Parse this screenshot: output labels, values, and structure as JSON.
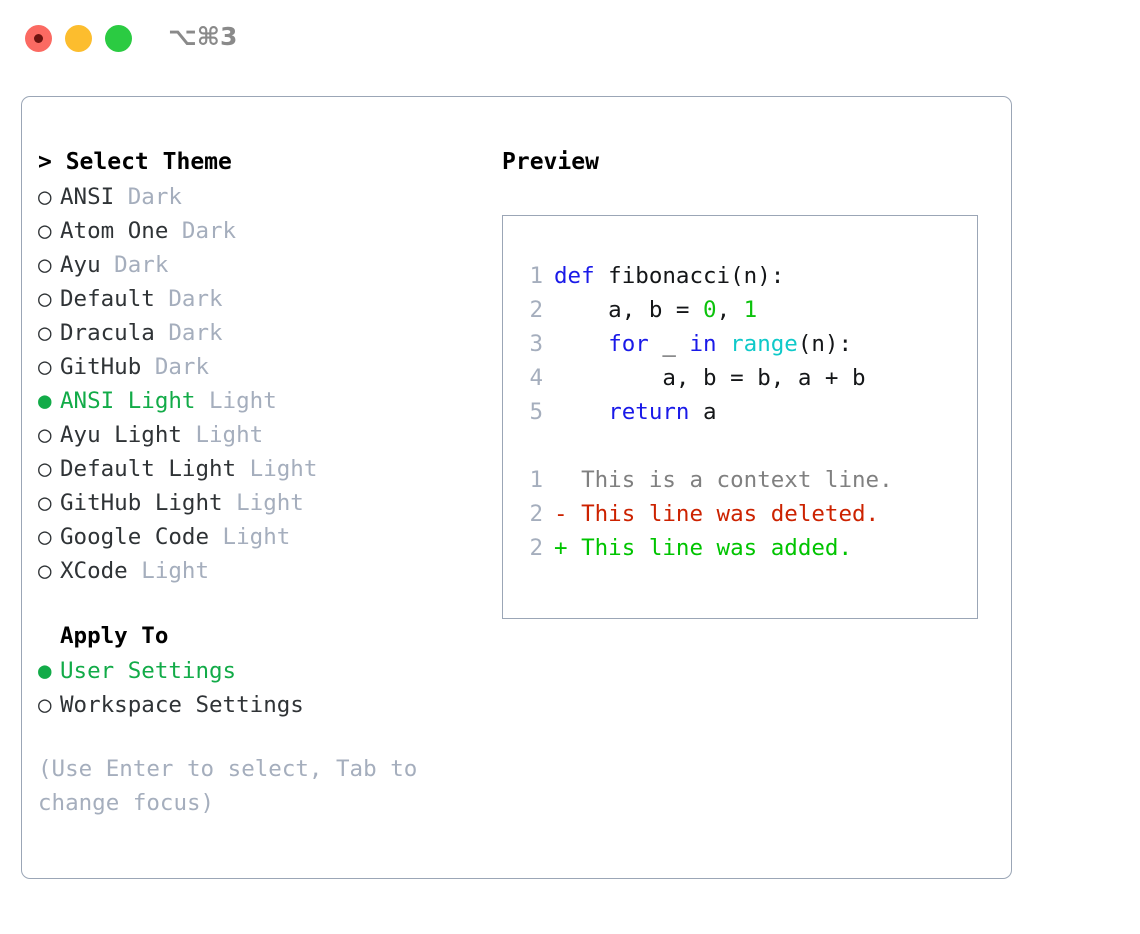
{
  "titlebar": {
    "shortcut_label": "⌥⌘3",
    "lights": [
      {
        "name": "close",
        "color": "#fb6a62"
      },
      {
        "name": "minimize",
        "color": "#fcbd2e"
      },
      {
        "name": "maximize",
        "color": "#2bcb42"
      }
    ]
  },
  "theme_panel": {
    "title": "> Select Theme",
    "bullet_selected": "●",
    "bullet_unselected": "○",
    "items": [
      {
        "name": "ANSI",
        "kind": "Dark",
        "selected": false
      },
      {
        "name": "Atom One",
        "kind": "Dark",
        "selected": false
      },
      {
        "name": "Ayu",
        "kind": "Dark",
        "selected": false
      },
      {
        "name": "Default",
        "kind": "Dark",
        "selected": false
      },
      {
        "name": "Dracula",
        "kind": "Dark",
        "selected": false
      },
      {
        "name": "GitHub",
        "kind": "Dark",
        "selected": false
      },
      {
        "name": "ANSI Light",
        "kind": "Light",
        "selected": true
      },
      {
        "name": "Ayu Light",
        "kind": "Light",
        "selected": false
      },
      {
        "name": "Default Light",
        "kind": "Light",
        "selected": false
      },
      {
        "name": "GitHub Light",
        "kind": "Light",
        "selected": false
      },
      {
        "name": "Google Code",
        "kind": "Light",
        "selected": false
      },
      {
        "name": "XCode",
        "kind": "Light",
        "selected": false
      }
    ]
  },
  "apply_to": {
    "title": "Apply To",
    "options": [
      {
        "label": "User Settings",
        "selected": true
      },
      {
        "label": "Workspace Settings",
        "selected": false
      }
    ]
  },
  "hint": "(Use Enter to select, Tab to change focus)",
  "preview": {
    "title": "Preview",
    "code_lines": [
      {
        "num": "1",
        "tokens": [
          {
            "t": "def",
            "c": "kw"
          },
          {
            "t": " fibonacci(n):",
            "c": "plain"
          }
        ]
      },
      {
        "num": "2",
        "tokens": [
          {
            "t": "    a, b = ",
            "c": "plain"
          },
          {
            "t": "0",
            "c": "num"
          },
          {
            "t": ", ",
            "c": "plain"
          },
          {
            "t": "1",
            "c": "num"
          }
        ]
      },
      {
        "num": "3",
        "tokens": [
          {
            "t": "    ",
            "c": "plain"
          },
          {
            "t": "for",
            "c": "kw"
          },
          {
            "t": " _ ",
            "c": "plain"
          },
          {
            "t": "in",
            "c": "kw"
          },
          {
            "t": " ",
            "c": "plain"
          },
          {
            "t": "range",
            "c": "fn"
          },
          {
            "t": "(n):",
            "c": "plain"
          }
        ]
      },
      {
        "num": "4",
        "tokens": [
          {
            "t": "        a, b = b, a + b",
            "c": "plain"
          }
        ]
      },
      {
        "num": "5",
        "tokens": [
          {
            "t": "    ",
            "c": "plain"
          },
          {
            "t": "return",
            "c": "kw"
          },
          {
            "t": " a",
            "c": "plain"
          }
        ]
      }
    ],
    "diff_lines": [
      {
        "num": "1",
        "marker": " ",
        "text": " This is a context line.",
        "c": "ctx"
      },
      {
        "num": "2",
        "marker": "-",
        "text": " This line was deleted.",
        "c": "del"
      },
      {
        "num": "2",
        "marker": "+",
        "text": " This line was added.",
        "c": "add"
      }
    ]
  },
  "colors": {
    "accent_green": "#12ab48",
    "muted": "#a5aebd",
    "border": "#9ba6b6",
    "keyword_blue": "#1a1ae8",
    "function_cyan": "#0fc9c9",
    "number_green": "#0cc20c",
    "diff_removed": "#cc2200",
    "diff_added": "#00c400",
    "context_gray": "#808080"
  }
}
